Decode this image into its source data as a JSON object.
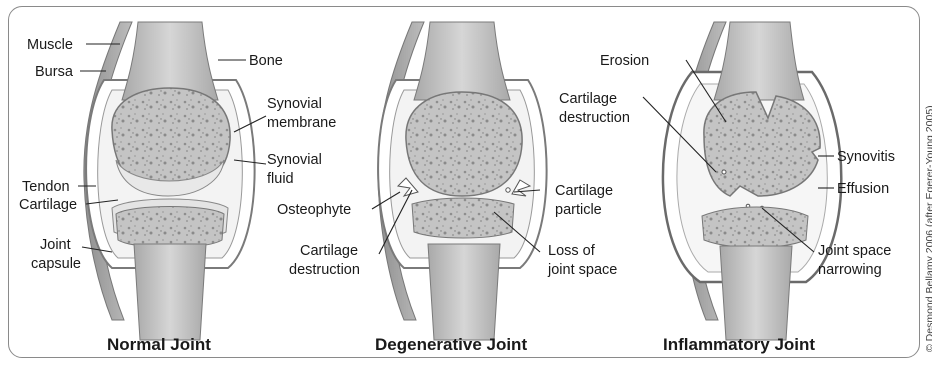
{
  "panels": [
    {
      "caption": "Normal Joint",
      "labels": {
        "muscle": "Muscle",
        "bursa": "Bursa",
        "bone": "Bone",
        "synovial_membrane_1": "Synovial",
        "synovial_membrane_2": "membrane",
        "synovial_fluid_1": "Synovial",
        "synovial_fluid_2": "fluid",
        "tendon": "Tendon",
        "cartilage": "Cartilage",
        "joint_capsule_1": "Joint",
        "joint_capsule_2": "capsule"
      }
    },
    {
      "caption": "Degenerative Joint",
      "labels": {
        "osteophyte": "Osteophyte",
        "cartilage_destruction_1": "Cartilage",
        "cartilage_destruction_2": "destruction",
        "cartilage_particle_1": "Cartilage",
        "cartilage_particle_2": "particle",
        "loss_of_joint_space_1": "Loss of",
        "loss_of_joint_space_2": "joint space"
      }
    },
    {
      "caption": "Inflammatory Joint",
      "labels": {
        "erosion": "Erosion",
        "cartilage_destruction_1": "Cartilage",
        "cartilage_destruction_2": "destruction",
        "synovitis": "Synovitis",
        "effusion": "Effusion",
        "joint_space_narrowing_1": "Joint space",
        "joint_space_narrowing_2": "narrowing"
      }
    }
  ],
  "copyright": "© Desmond Bellamy 2006 (after Egerer-Young 2005)",
  "colors": {
    "bone": "#c9c9c9",
    "bone_dark": "#9c9c9c",
    "cartilage": "#e6e6e6",
    "capsule": "#ffffff",
    "soft_tissue": "#b0b0b0",
    "outline": "#6f6f6f",
    "leader": "#222222"
  }
}
